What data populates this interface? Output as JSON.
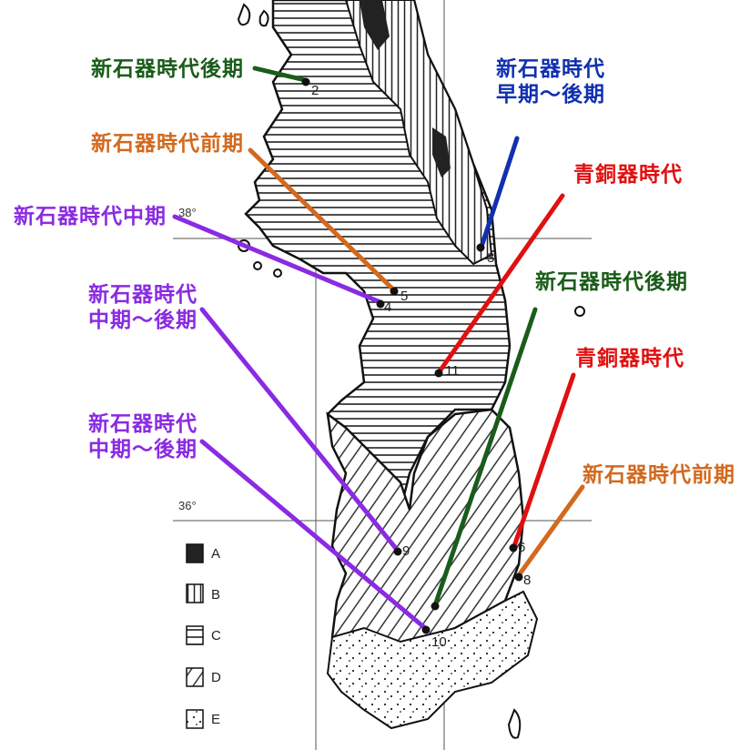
{
  "map": {
    "latitude_labels": [
      "38°",
      "36°"
    ],
    "site_numbers": [
      "2",
      "3",
      "4",
      "5",
      "11",
      "9",
      "10",
      "6",
      "8"
    ]
  },
  "labels": [
    {
      "id": "l1",
      "text": "新石器時代後期",
      "color": "#1a5c1a"
    },
    {
      "id": "l2",
      "lines": [
        "新石器時代",
        "早期～後期"
      ],
      "color": "#1030b0"
    },
    {
      "id": "l3",
      "text": "新石器時代前期",
      "color": "#d2691e"
    },
    {
      "id": "l4",
      "text": "青銅器時代",
      "color": "#e01010"
    },
    {
      "id": "l5",
      "text": "新石器時代中期",
      "color": "#8a2be2"
    },
    {
      "id": "l6",
      "text": "新石器時代後期",
      "color": "#1a5c1a"
    },
    {
      "id": "l7",
      "lines": [
        "新石器時代",
        "中期～後期"
      ],
      "color": "#8a2be2"
    },
    {
      "id": "l8",
      "text": "青銅器時代",
      "color": "#e01010"
    },
    {
      "id": "l9",
      "lines": [
        "新石器時代",
        "中期～後期"
      ],
      "color": "#8a2be2"
    },
    {
      "id": "l10",
      "text": "新石器時代前期",
      "color": "#d2691e"
    }
  ],
  "legend": [
    {
      "key": "A",
      "pattern": "solid"
    },
    {
      "key": "B",
      "pattern": "vertical"
    },
    {
      "key": "C",
      "pattern": "horizontal"
    },
    {
      "key": "D",
      "pattern": "diagonal"
    },
    {
      "key": "E",
      "pattern": "dots"
    }
  ]
}
